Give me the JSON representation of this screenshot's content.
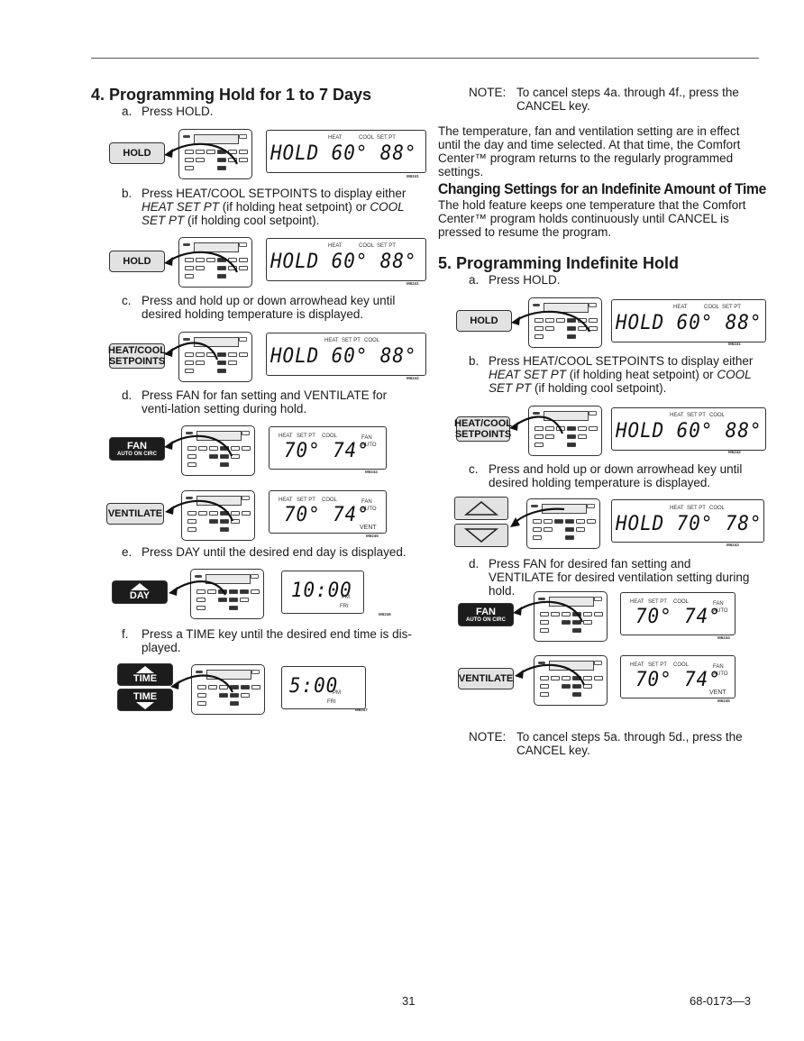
{
  "left": {
    "heading": "4. Programming Hold for 1 to 7 Days",
    "a": {
      "letter": "a.",
      "text": "Press HOLD."
    },
    "b": {
      "letter": "b.",
      "pre": "Press HEAT/COOL SETPOINTS to display either ",
      "i1": "HEAT SET PT",
      "mid": " (if holding heat setpoint) or ",
      "i2": "COOL SET PT",
      "post": " (if holding cool setpoint)."
    },
    "c": {
      "letter": "c.",
      "text": "Press and hold up or down arrowhead key until desired holding temperature is displayed."
    },
    "d": {
      "letter": "d.",
      "text": "Press FAN for fan setting and VENTILATE for venti-lation setting during hold."
    },
    "e": {
      "letter": "e.",
      "text": "Press DAY until the desired end day is displayed."
    },
    "f": {
      "letter": "f.",
      "text": "Press a TIME key until the desired end time is dis-played."
    }
  },
  "right": {
    "note1": {
      "label": "NOTE:",
      "text": "To cancel steps 4a. through 4f., press the CANCEL key."
    },
    "para1": "The temperature, fan and ventilation setting are in effect until the day and time selected. At that time, the Comfort Center™ program returns to the regularly programmed settings.",
    "subheading": "Changing Settings for an Indefinite Amount of Time",
    "para2": "The hold feature keeps one temperature that the Comfort Center™ program holds continuously until CANCEL is pressed to resume the program.",
    "heading": "5. Programming Indefinite Hold",
    "a": {
      "letter": "a.",
      "text": "Press HOLD."
    },
    "b": {
      "letter": "b.",
      "pre": "Press HEAT/COOL SETPOINTS to display either ",
      "i1": "HEAT SET PT",
      "mid": " (if holding heat setpoint) or ",
      "i2": "COOL SET PT",
      "post": " (if holding cool setpoint)."
    },
    "c": {
      "letter": "c.",
      "text": "Press and hold up or down arrowhead key until desired holding temperature is displayed."
    },
    "d": {
      "letter": "d.",
      "text": "Press FAN for desired fan setting and VENTILATE for desired ventilation setting during hold."
    },
    "note2": {
      "label": "NOTE:",
      "text": "To cancel steps 5a. through 5d., press the CANCEL key."
    }
  },
  "keys": {
    "hold": "HOLD",
    "heatcool1": "HEAT/COOL",
    "heatcool2": "SETPOINTS",
    "fan": "FAN",
    "fan_sub": "AUTO ON CIRC",
    "ventilate": "VENTILATE",
    "day": "DAY",
    "time": "TIME"
  },
  "displays": {
    "hold_heat_cool": {
      "lab1": "HEAT",
      "lab2": "COOL",
      "lab3": "SET PT",
      "seg": "HOLD 60° 88°",
      "code": "M6241"
    },
    "hold_heatset": {
      "lab1": "HEAT",
      "lab2": "SET PT",
      "lab3": "COOL",
      "seg": "HOLD 60° 88°",
      "code": "M6242"
    },
    "hold_70_78": {
      "lab1": "HEAT",
      "lab2": "SET PT",
      "lab3": "COOL",
      "seg": "HOLD 70° 78°",
      "code": "M6243"
    },
    "fan_auto": {
      "lab1": "HEAT",
      "lab2": "SET PT",
      "lab3": "COOL",
      "fan": "FAN",
      "auto": "AUTO",
      "seg": "70° 74°",
      "code": "M6244"
    },
    "vent": {
      "lab1": "HEAT",
      "lab2": "SET PT",
      "lab3": "COOL",
      "fan": "FAN",
      "auto": "AUTO",
      "vent": "VENT",
      "seg": "70° 74°",
      "code": "M6245"
    },
    "day_disp": {
      "seg": "10:00",
      "pm": "PM",
      "day": "FRI",
      "code": "M6246"
    },
    "time_disp": {
      "seg": "5:00",
      "pm": "PM",
      "day": "FRI",
      "code": "M6247"
    }
  },
  "footer": {
    "page": "31",
    "doc": "68-0173—3"
  }
}
